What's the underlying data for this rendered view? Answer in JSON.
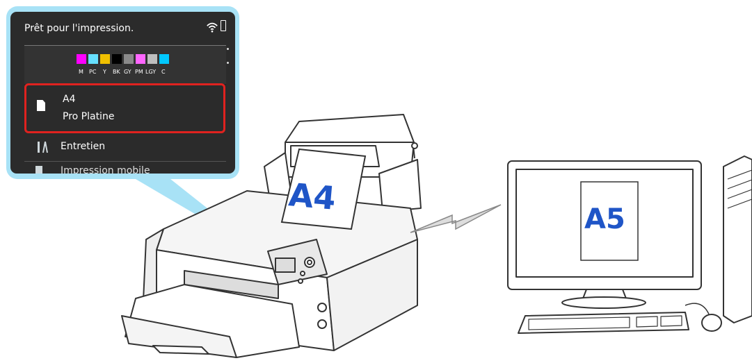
{
  "lcd": {
    "status_text": "Prêt pour l'impression.",
    "ink_labels": [
      "M",
      "PC",
      "Y",
      "BK",
      "GY",
      "PM",
      "LGY",
      "C"
    ],
    "ink_colors": [
      "#ff00ff",
      "#66e0ff",
      "#f0c000",
      "#000000",
      "#8a8a8a",
      "#ff66ff",
      "#bdbdbd",
      "#00c8ff"
    ],
    "paper_size": "A4",
    "paper_type": "Pro Platine",
    "maintenance_label": "Entretien",
    "next_item_label": "Impression mobile"
  },
  "printer": {
    "paper_label": "A4"
  },
  "computer": {
    "document_label": "A5"
  },
  "colors": {
    "callout": "#a8e2f6",
    "highlight": "#e0221f",
    "paper_text": "#1f55c7"
  }
}
